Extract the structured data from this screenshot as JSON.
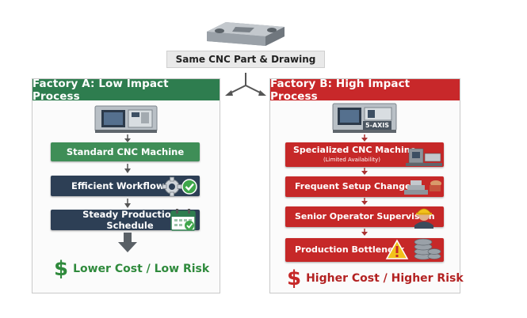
{
  "header": {
    "label": "Same CNC Part & Drawing"
  },
  "factory_a": {
    "title": "Factory A: Low Impact Process",
    "steps": [
      {
        "label": "Standard CNC Machine"
      },
      {
        "label": "Efficient Workflow"
      },
      {
        "label": "Steady Production Schedule"
      }
    ],
    "result": {
      "symbol": "$",
      "label": "Lower Cost / Low Risk"
    }
  },
  "factory_b": {
    "title": "Factory B: High Impact Process",
    "machine_badge": "5-AXIS",
    "steps": [
      {
        "label": "Specialized CNC Machine",
        "sublabel": "(Limited Availability)"
      },
      {
        "label": "Frequent Setup Changes"
      },
      {
        "label": "Senior Operator Supervision"
      },
      {
        "label": "Production Bottleneck"
      }
    ],
    "result": {
      "symbol": "$",
      "label": "Higher Cost / Higher Risk"
    }
  },
  "colors": {
    "green_header": "#2e7d4f",
    "green_step": "#3f8e57",
    "navy_step": "#2d3f55",
    "red_header": "#c8282a",
    "red_step": "#c62828",
    "result_green": "#2f8a3c",
    "result_red": "#c62828"
  }
}
